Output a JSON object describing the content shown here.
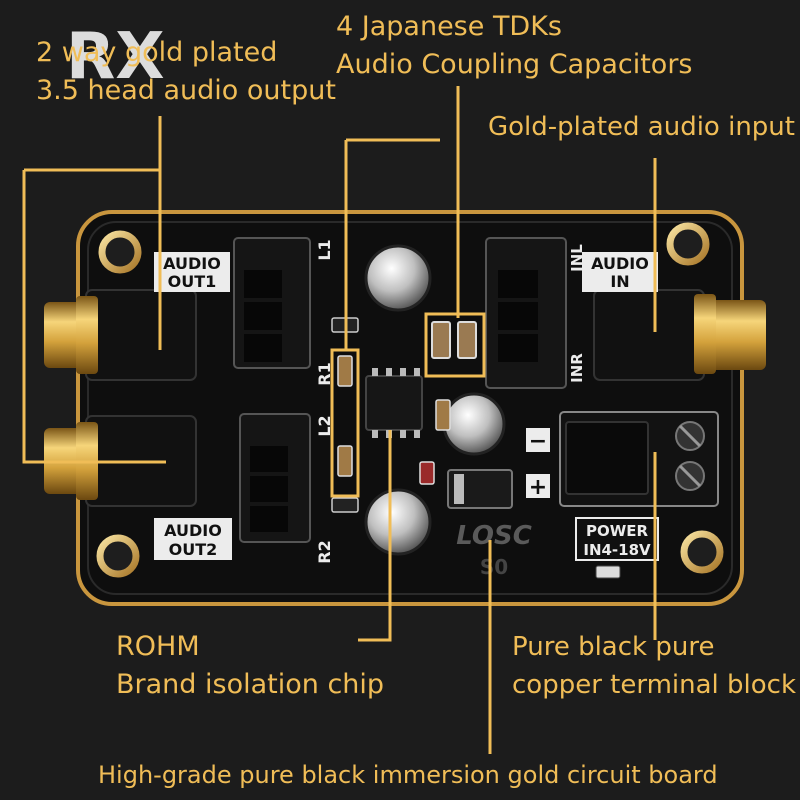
{
  "watermark": "RX",
  "annotations": {
    "output_line1": "2 way gold plated",
    "output_line2": "3.5 head audio output",
    "caps_line1": "4 Japanese TDKs",
    "caps_line2": "Audio Coupling Capacitors",
    "input": "Gold-plated audio input",
    "chip_line1": "ROHM",
    "chip_line2": "Brand isolation chip",
    "terminal_line1": "Pure black pure",
    "terminal_line2": "copper terminal block",
    "board": "High-grade pure black immersion gold circuit board"
  },
  "silkscreen": {
    "audio_out1_a": "AUDIO",
    "audio_out1_b": "OUT1",
    "audio_out2_a": "AUDIO",
    "audio_out2_b": "OUT2",
    "audio_in_a": "AUDIO",
    "audio_in_b": "IN",
    "power_a": "POWER",
    "power_b": "IN4-18V",
    "l1": "L1",
    "r1": "R1",
    "l2": "L2",
    "r2": "R2",
    "inl": "INL",
    "inr": "INR",
    "brand": "LOSC",
    "model": "S0",
    "minus": "−",
    "plus": "+"
  },
  "colors": {
    "background": "#1c1c1c",
    "board": "#0f0f0f",
    "gold": "#c9963e",
    "callout": "#f0bd57",
    "silk": "#ececec"
  }
}
